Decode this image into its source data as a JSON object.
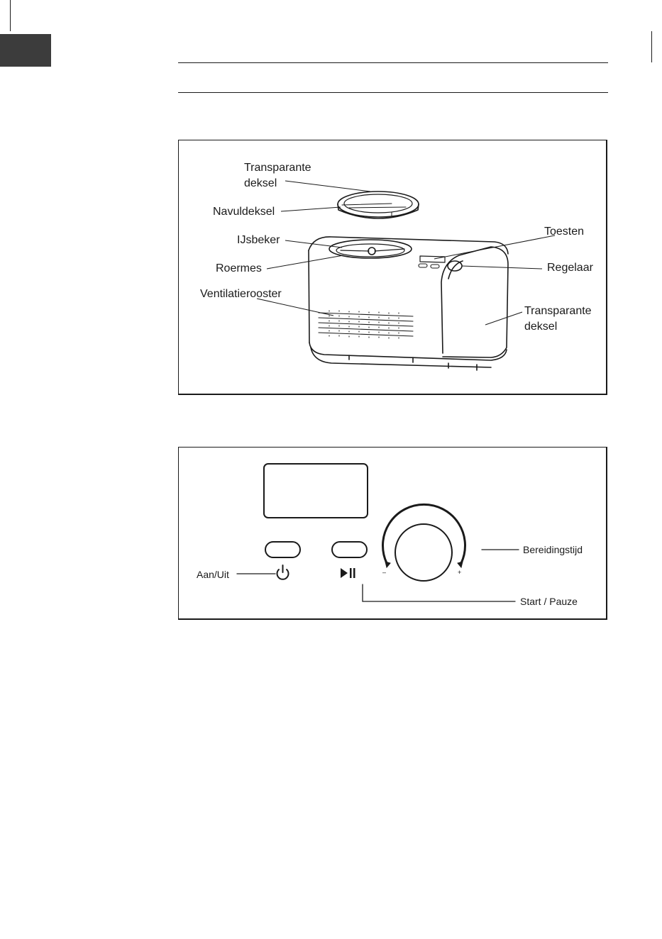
{
  "figure1": {
    "labels": {
      "transparante_deksel_top": "Transparante\ndeksel",
      "navuldeksel": "Navuldeksel",
      "ijsbeker": "IJsbeker",
      "roermes": "Roermes",
      "ventilatierooster": "Ventilatierooster",
      "toesten": "Toesten",
      "regelaar": "Regelaar",
      "transparante_deksel_side": "Transparante\ndeksel"
    }
  },
  "figure2": {
    "labels": {
      "bereidingstijd": "Bereidingstijd",
      "aan_uit": "Aan/Uit",
      "start_pauze": "Start / Pauze",
      "minus": "–",
      "plus": "+"
    },
    "icons": {
      "power": "power-icon",
      "play_pause": "play-pause-icon"
    }
  },
  "colors": {
    "ink": "#1a1a1a",
    "tab": "#3c3c3c"
  }
}
